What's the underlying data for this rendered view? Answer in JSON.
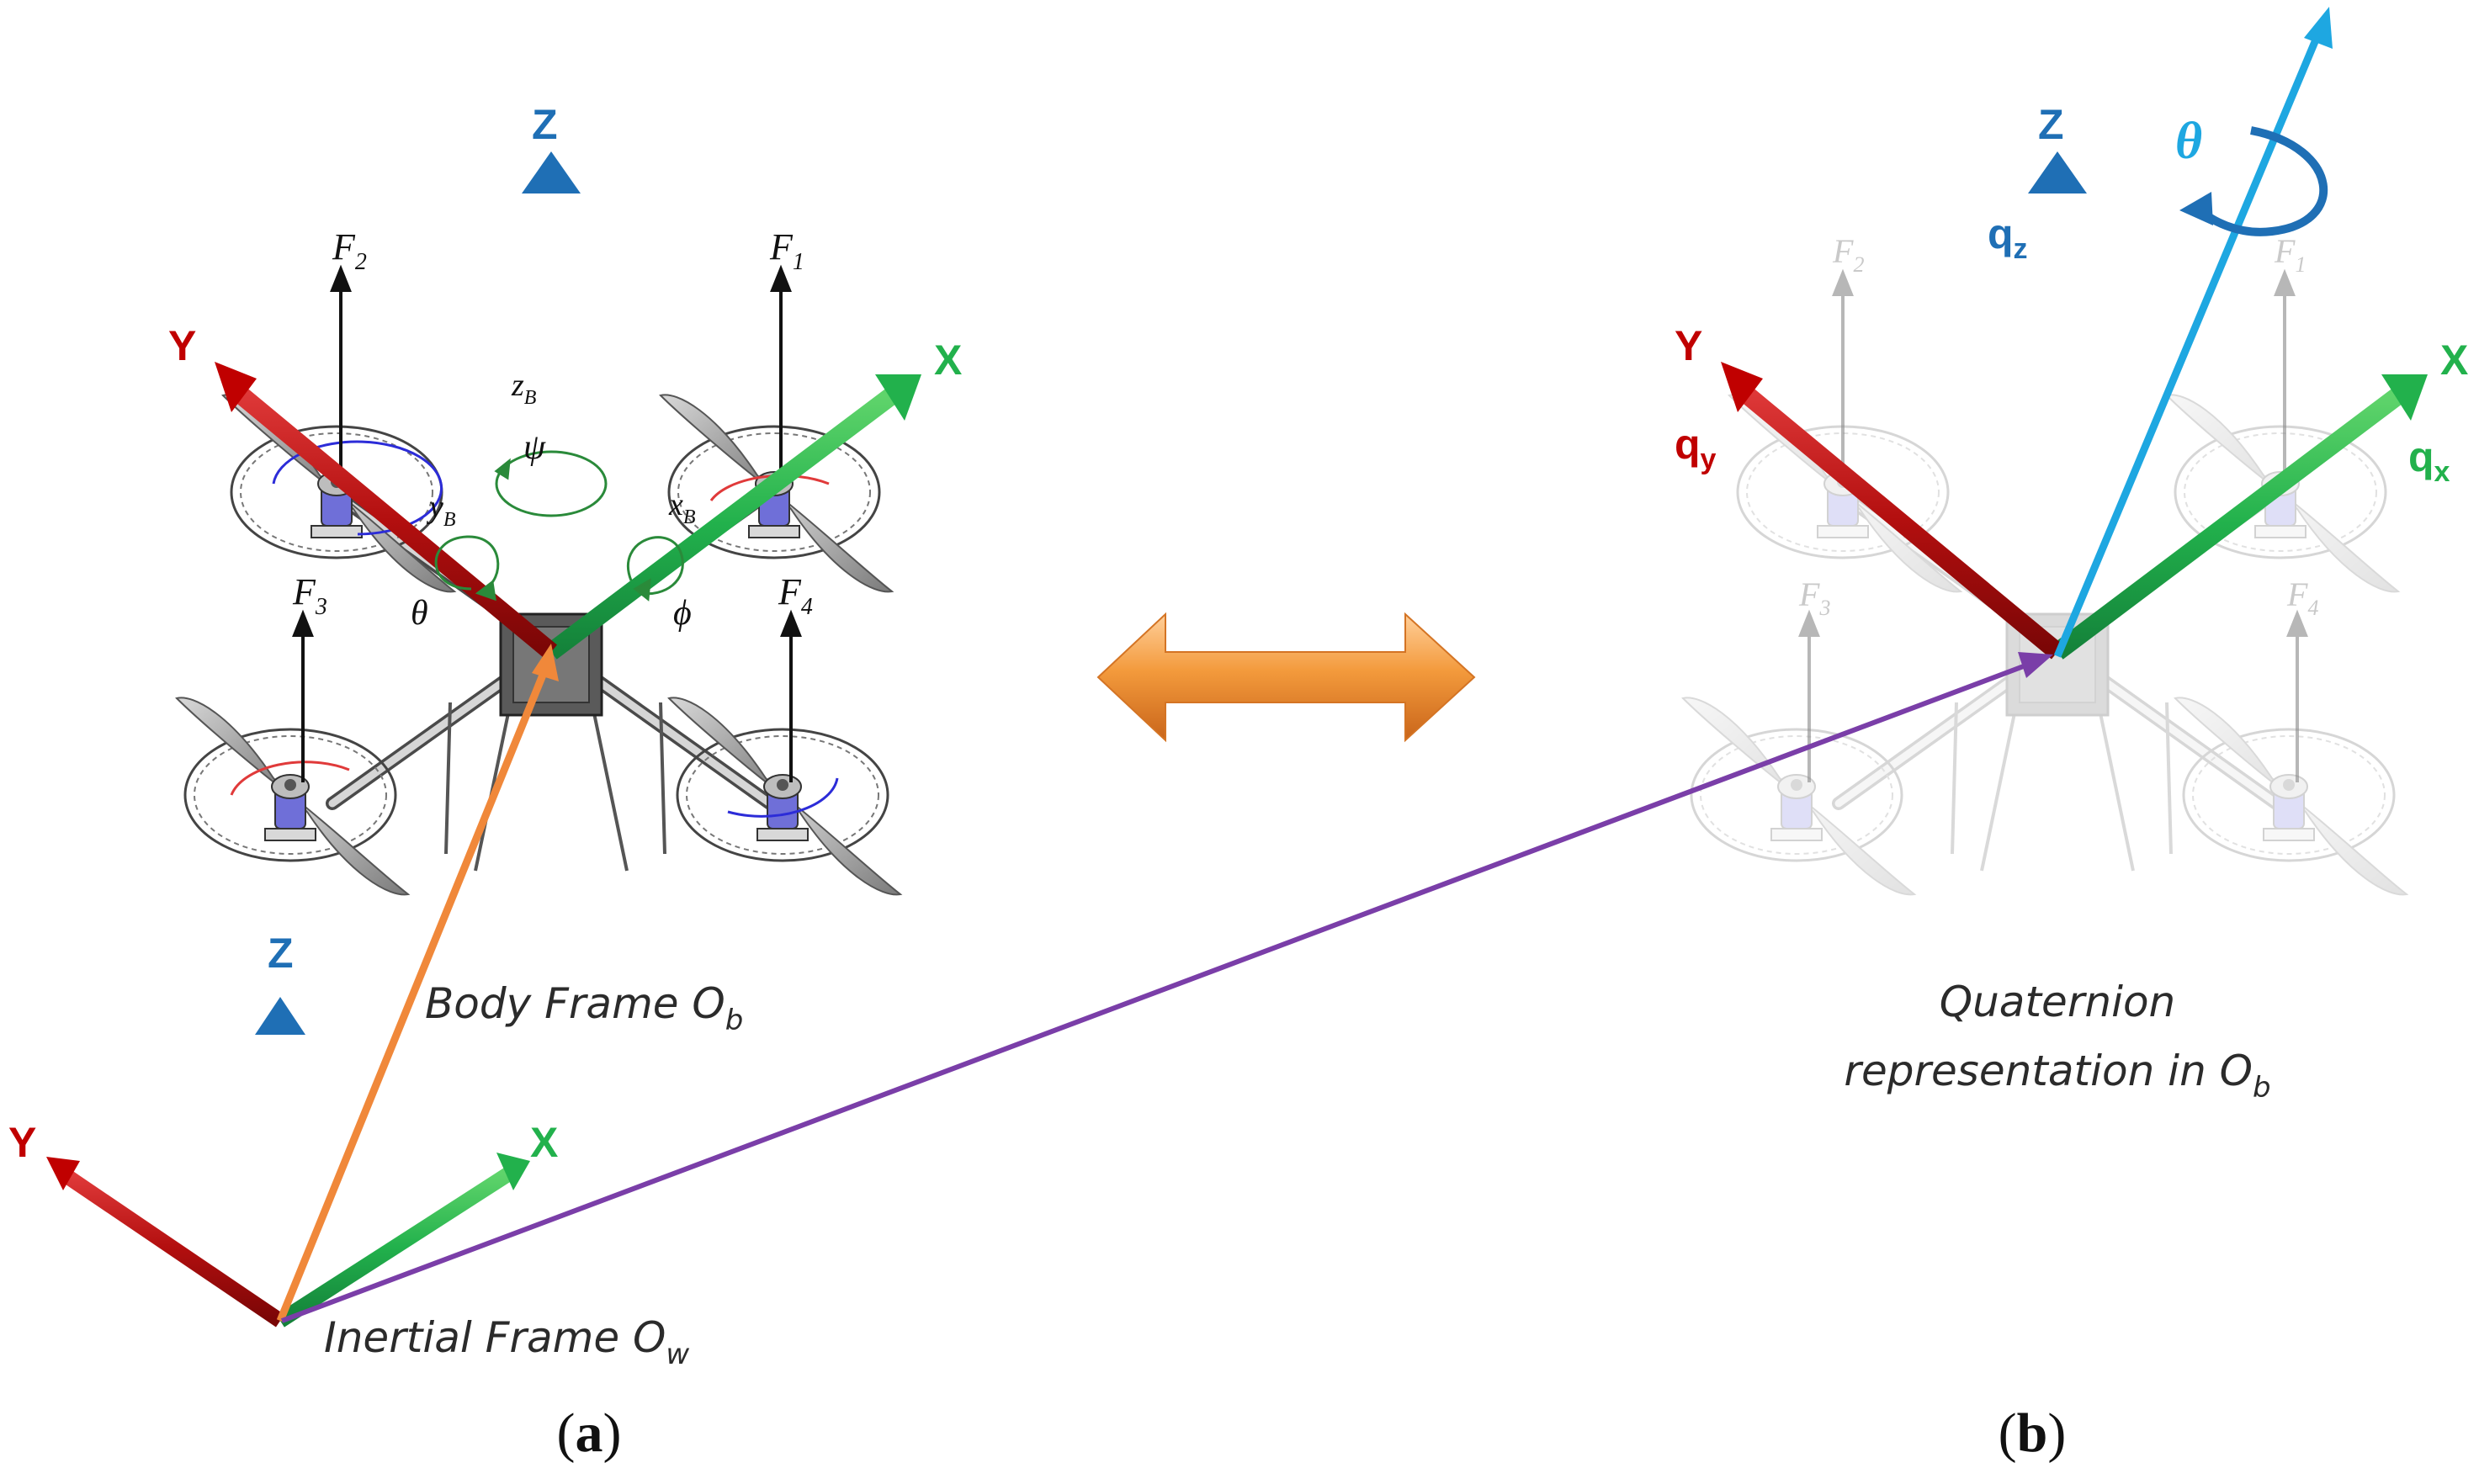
{
  "colors": {
    "x_axis": "#22b14c",
    "y_axis": "#c00000",
    "z_axis": "#1f6fb5",
    "rotation_axis": "#1ea7e1",
    "inertial_to_body": "#f0883a",
    "inertial_to_quaternion": "#7a3ea8",
    "double_arrow": "#f08a2c"
  },
  "panel_a": {
    "label_text": "a",
    "inertial_frame": {
      "axes": {
        "x": "X",
        "y": "Y",
        "z": "Z"
      },
      "caption_main": "Inertial Frame O",
      "caption_sub": "w"
    },
    "body_frame": {
      "axes": {
        "x": "X",
        "y": "Y",
        "z": "Z"
      },
      "axes_small": {
        "x": "x",
        "x_sub": "B",
        "y": "y",
        "y_sub": "B",
        "z": "z",
        "z_sub": "B"
      },
      "rotations": {
        "roll": "ϕ",
        "pitch": "θ",
        "yaw": "ψ"
      },
      "thrusts": [
        {
          "base": "F",
          "sub": "1"
        },
        {
          "base": "F",
          "sub": "2"
        },
        {
          "base": "F",
          "sub": "3"
        },
        {
          "base": "F",
          "sub": "4"
        }
      ],
      "caption_main": "Body Frame O",
      "caption_sub": "b"
    },
    "drone_icon": "quadrotor-icon"
  },
  "double_arrow_icon": "double-arrow-icon",
  "panel_b": {
    "label_text": "b",
    "axes": {
      "x": "X",
      "y": "Y",
      "z": "Z"
    },
    "quaternion": {
      "qx": "q",
      "qx_sub": "x",
      "qy": "q",
      "qy_sub": "y",
      "qz": "q",
      "qz_sub": "z",
      "angle": "θ"
    },
    "thrusts": [
      {
        "base": "F",
        "sub": "1"
      },
      {
        "base": "F",
        "sub": "2"
      },
      {
        "base": "F",
        "sub": "3"
      },
      {
        "base": "F",
        "sub": "4"
      }
    ],
    "caption_line1": "Quaternion",
    "caption_line2_main": "representation in O",
    "caption_line2_sub": "b"
  }
}
